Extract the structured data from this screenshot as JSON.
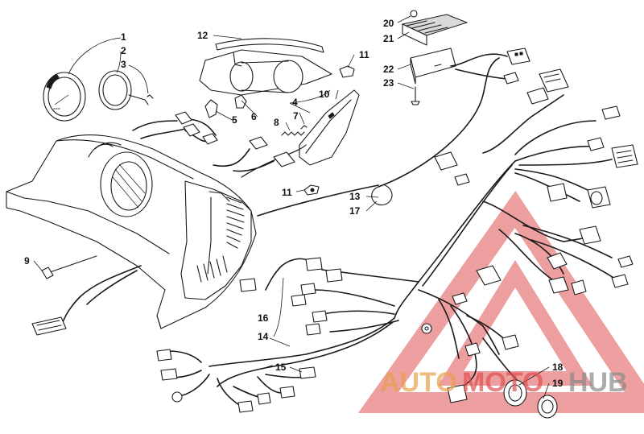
{
  "callouts": [
    {
      "id": "c1",
      "label": "1"
    },
    {
      "id": "c2",
      "label": "2"
    },
    {
      "id": "c3",
      "label": "3"
    },
    {
      "id": "c4",
      "label": "4"
    },
    {
      "id": "c5",
      "label": "5"
    },
    {
      "id": "c6",
      "label": "6"
    },
    {
      "id": "c7",
      "label": "7"
    },
    {
      "id": "c8",
      "label": "8"
    },
    {
      "id": "c9",
      "label": "9"
    },
    {
      "id": "c10",
      "label": "10"
    },
    {
      "id": "c11a",
      "label": "11"
    },
    {
      "id": "c11b",
      "label": "11"
    },
    {
      "id": "c12",
      "label": "12"
    },
    {
      "id": "c13",
      "label": "13"
    },
    {
      "id": "c14",
      "label": "14"
    },
    {
      "id": "c15",
      "label": "15"
    },
    {
      "id": "c16",
      "label": "16"
    },
    {
      "id": "c17",
      "label": "17"
    },
    {
      "id": "c18",
      "label": "18"
    },
    {
      "id": "c19",
      "label": "19"
    },
    {
      "id": "c20",
      "label": "20"
    },
    {
      "id": "c21",
      "label": "21"
    },
    {
      "id": "c22",
      "label": "22"
    },
    {
      "id": "c23",
      "label": "23"
    }
  ],
  "watermark": {
    "part1": "AUTO",
    "part2": "MOTO",
    "part3": "HUB",
    "color_primary": "#e8a04a",
    "color_secondary": "#e05050",
    "color_dark": "#8a8a8a"
  }
}
